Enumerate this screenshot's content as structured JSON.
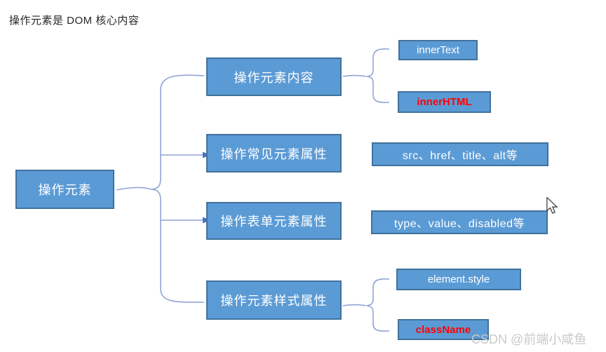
{
  "page": {
    "title": "操作元素是 DOM 核心内容",
    "watermark": "CSDN @前端小咸鱼"
  },
  "tree": {
    "root": {
      "label": "操作元素"
    },
    "branches": [
      {
        "label": "操作元素内容",
        "leaves": [
          {
            "label": "innerText",
            "emphasis": "normal"
          },
          {
            "label": "innerHTML",
            "emphasis": "red"
          }
        ]
      },
      {
        "label": "操作常见元素属性",
        "leaves": [
          {
            "label": "src、href、title、alt等",
            "emphasis": "normal"
          }
        ]
      },
      {
        "label": "操作表单元素属性",
        "leaves": [
          {
            "label": "type、value、disabled等",
            "emphasis": "normal"
          }
        ]
      },
      {
        "label": "操作元素样式属性",
        "leaves": [
          {
            "label": "element.style",
            "emphasis": "normal"
          },
          {
            "label": "className",
            "emphasis": "red"
          }
        ]
      }
    ]
  },
  "colors": {
    "box_fill": "#5B9BD5",
    "box_border": "#41719C",
    "box_text": "#FFFFFF",
    "red_text": "#FF0000",
    "connector_line": "#8FA3D6",
    "arrowhead": "#4472C4",
    "title_text": "#262626",
    "watermark_text": "#C9C9C9"
  }
}
